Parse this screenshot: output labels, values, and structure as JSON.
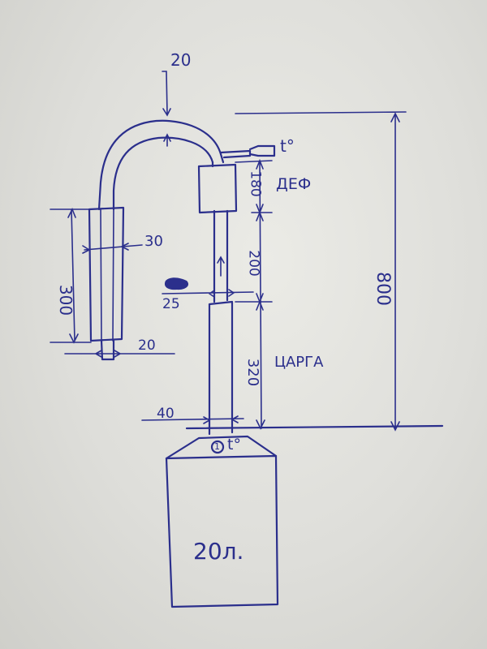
{
  "dimensions": {
    "top_pipe": "20",
    "dephlegmator_height": "180",
    "dephlegmator_label": "ДЕФ",
    "pipe_section": "200",
    "pipe_diameter": "25",
    "tsarga_height": "320",
    "tsarga_label": "ЦАРГА",
    "tsarga_diameter": "40",
    "total_height": "800",
    "cooler_length": "300",
    "cooler_diameter": "30",
    "outlet_diameter": "20"
  },
  "sensors": {
    "top_thermometer": "t°",
    "bottom_thermometer": "t°",
    "bottom_sensor_number": "1"
  },
  "tank": {
    "volume": "20л."
  },
  "colors": {
    "ink": "#2b2f8c",
    "paper": "#e4e4df"
  }
}
